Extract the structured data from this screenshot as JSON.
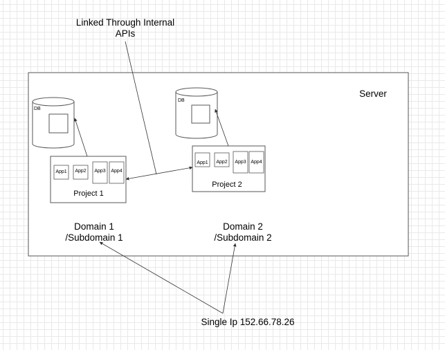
{
  "server": {
    "label": "Server"
  },
  "link_note": {
    "line1": "Linked Through Internal",
    "line2": "APIs"
  },
  "single_ip": {
    "label": "Single Ip 152.66.78.26"
  },
  "db1": {
    "label": "DB"
  },
  "db2": {
    "label": "DB"
  },
  "project1": {
    "label": "Project 1",
    "apps": [
      "App1",
      "App2",
      "App3",
      "App4"
    ]
  },
  "project2": {
    "label": "Project 2",
    "apps": [
      "App1",
      "App2",
      "App3",
      "App4"
    ]
  },
  "domain1": {
    "line1": "Domain 1",
    "line2": "/Subdomain 1"
  },
  "domain2": {
    "line1": "Domain 2",
    "line2": "/Subdomain 2"
  }
}
